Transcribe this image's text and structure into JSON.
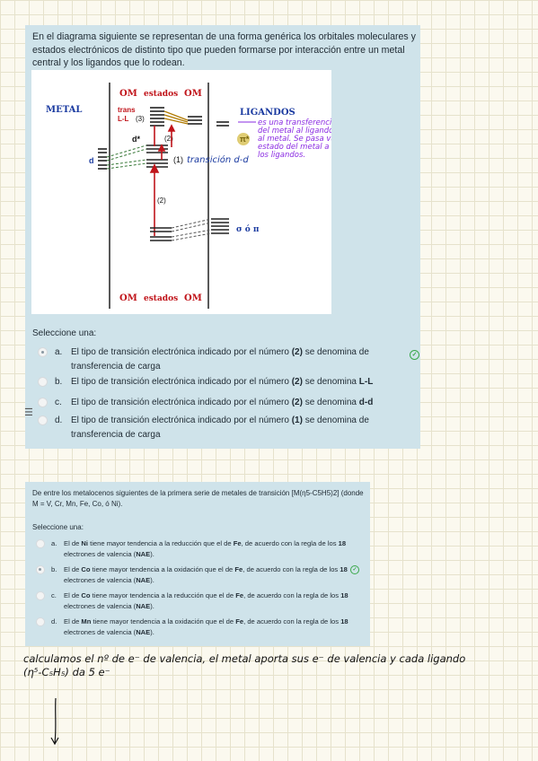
{
  "q1": {
    "text": "En el diagrama siguiente se representan de una forma genérica los orbitales moleculares y estados electrónicos de distinto tipo que pueden formarse por interacción entre un metal central y los ligandos que lo rodean.",
    "diagram": {
      "om_top": "OM",
      "estados_top": "estados",
      "om_top2": "OM",
      "metal": "METAL",
      "ligandos": "LIGANDOS",
      "trans": "trans",
      "ll": "L-L",
      "n3": "(3)",
      "n2a": "(2)",
      "dstar": "d*",
      "pistar": "π*",
      "n1": "(1)",
      "transicion": "transición d-d",
      "d": "d",
      "n2b": "(2)",
      "sigma_pi": "σ ó π",
      "om_bottom": "OM",
      "estados_bottom": "estados",
      "om_bottom2": "OM",
      "hand_lines": [
        "es una transferencia de carga",
        "del metal al ligando o del ligando",
        "al metal. Se pasa va desde un",
        "estado del metal a un orb π* de",
        "los ligandos."
      ]
    },
    "select_label": "Seleccione una:",
    "options": [
      {
        "letter": "a.",
        "parts": [
          "El tipo de transición electrónica indicado por el número ",
          "(2)",
          " se denomina de transferencia de carga"
        ],
        "selected": true,
        "correct": true
      },
      {
        "letter": "b.",
        "parts": [
          "El tipo de transición electrónica indicado por el número ",
          "(2)",
          " se denomina ",
          "L-L"
        ],
        "selected": false,
        "correct": false
      },
      {
        "letter": "c.",
        "parts": [
          "El tipo de transición electrónica indicado por el número ",
          "(2)",
          " se denomina ",
          "d-d"
        ],
        "selected": false,
        "correct": false
      },
      {
        "letter": "d.",
        "parts": [
          "El tipo de transición electrónica indicado por el número ",
          "(1)",
          " se denomina de transferencia de carga"
        ],
        "selected": false,
        "correct": false
      }
    ]
  },
  "q2": {
    "text": "De entre los metalocenos siguientes de la primera serie de metales de transición [M(η5-C5H5)2] (donde M = V, Cr, Mn, Fe, Co, ó Ni).",
    "select_label": "Seleccione una:",
    "options": [
      {
        "letter": "a.",
        "parts": [
          "El de ",
          "Ni",
          " tiene mayor tendencia a la reducción que el de ",
          "Fe",
          ", de acuerdo con la regla de los ",
          "18",
          " electrones de valencia (",
          "NAE",
          ")."
        ],
        "selected": false,
        "correct": false
      },
      {
        "letter": "b.",
        "parts": [
          "El de ",
          "Co",
          " tiene mayor tendencia a la oxidación que el de ",
          "Fe",
          ", de acuerdo con la regla de los ",
          "18",
          " electrones de valencia (",
          "NAE",
          ")."
        ],
        "selected": true,
        "correct": true
      },
      {
        "letter": "c.",
        "parts": [
          "El de ",
          "Co",
          " tiene mayor tendencia a la reducción que el de ",
          "Fe",
          ", de acuerdo con la regla de los ",
          "18",
          " electrones de valencia (",
          "NAE",
          ")."
        ],
        "selected": false,
        "correct": false
      },
      {
        "letter": "d.",
        "parts": [
          "El de ",
          "Mn",
          " tiene mayor tendencia a la oxidación que el de ",
          "Fe",
          ", de acuerdo con la regla de los ",
          "18",
          " electrones de valencia (",
          "NAE",
          ")."
        ],
        "selected": false,
        "correct": false
      }
    ]
  },
  "note": {
    "line1": "calculamos el nº de e⁻ de valencia, el metal aporta sus e⁻ de valencia y cada ligando",
    "line2": "(η⁵-C₅H₅) da 5 e⁻"
  },
  "icons": {
    "menu": "menu-icon",
    "check": "check-circle-icon",
    "arrow": "down-arrow-icon"
  },
  "colors": {
    "card": "#cfe3ea",
    "check": "#3aa84a",
    "handwriting": "#8a2be2",
    "diagram_red": "#c0141a",
    "diagram_blue": "#1a3aa0",
    "diagram_gold": "#b07a00"
  }
}
